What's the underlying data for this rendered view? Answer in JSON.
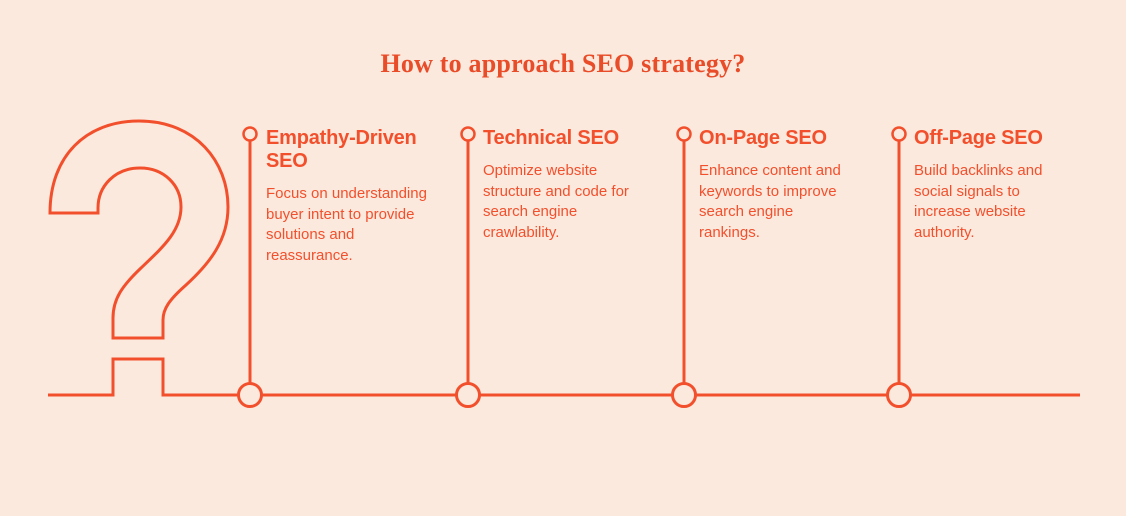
{
  "title": "How to approach SEO strategy?",
  "colors": {
    "background": "#FCE9DD",
    "accent": "#F2502D",
    "title": "#E94C28"
  },
  "graphic": {
    "question_mark_icon": "question-mark-outline",
    "timeline_nodes": 4
  },
  "columns": [
    {
      "heading": "Empathy-Driven\nSEO",
      "body": "Focus on understanding\nbuyer intent to provide\nsolutions and\nreassurance."
    },
    {
      "heading": "Technical SEO",
      "body": "Optimize website\nstructure and code for\nsearch engine\ncrawlability."
    },
    {
      "heading": "On-Page SEO",
      "body": "Enhance content and\nkeywords to improve\nsearch engine\nrankings."
    },
    {
      "heading": "Off-Page SEO",
      "body": "Build backlinks and\nsocial signals to\nincrease website\nauthority."
    }
  ]
}
